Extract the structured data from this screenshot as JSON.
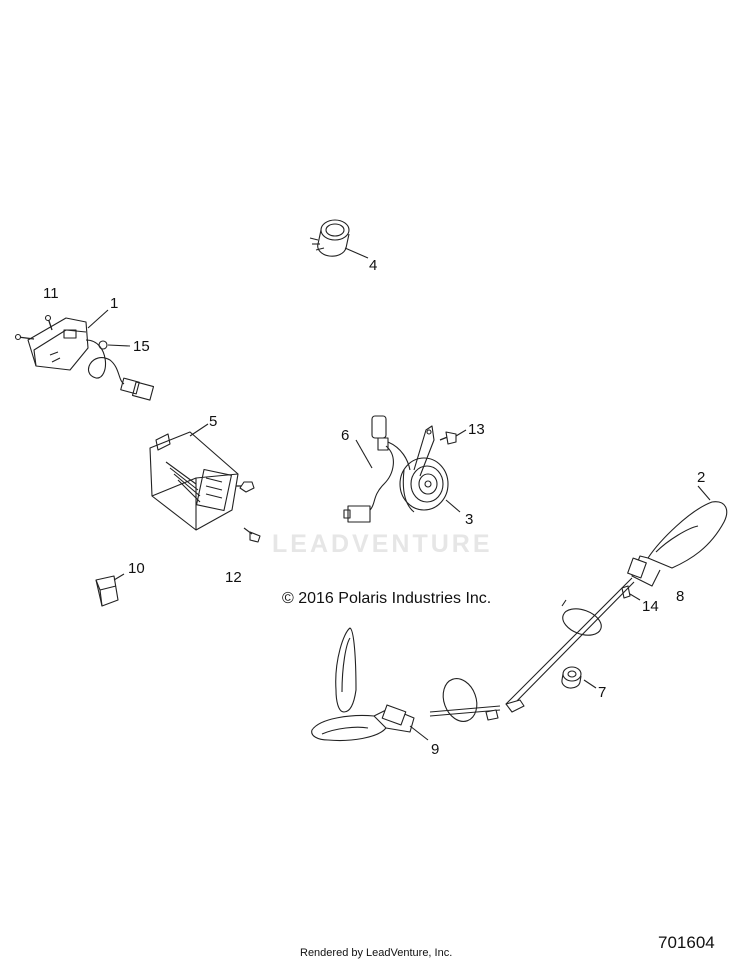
{
  "watermark": "LEADVENTURE",
  "copyright": "© 2016 Polaris Industries Inc.",
  "part_number": "701604",
  "footer": "Rendered by LeadVenture, Inc.",
  "callouts": {
    "c1": "1",
    "c2": "2",
    "c3": "3",
    "c4": "4",
    "c5": "5",
    "c6": "6",
    "c7": "7",
    "c8": "8",
    "c9": "9",
    "c10": "10",
    "c11": "11",
    "c12": "12",
    "c13": "13",
    "c14": "14",
    "c15": "15"
  }
}
